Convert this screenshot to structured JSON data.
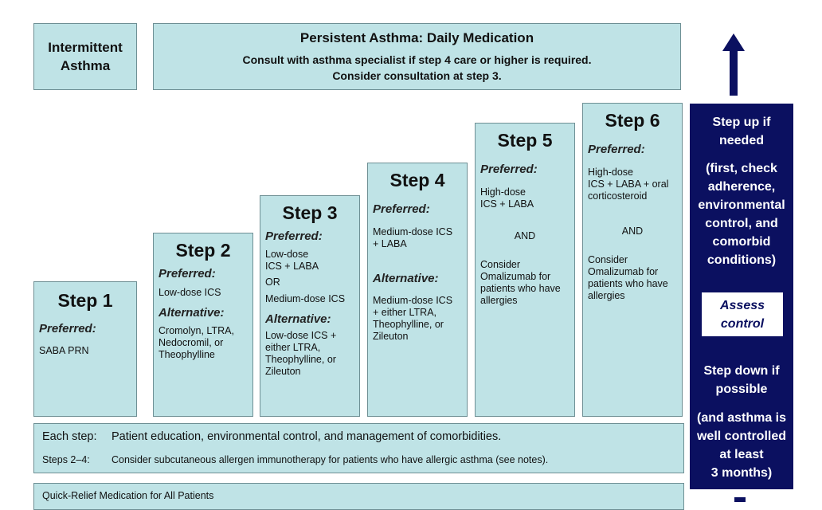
{
  "header": {
    "intermittent": [
      "Intermittent",
      "Asthma"
    ],
    "persistent_title": "Persistent Asthma: Daily Medication",
    "persistent_line1": "Consult with asthma specialist if step 4 care or higher is required.",
    "persistent_line2": "Consider consultation at step 3."
  },
  "steps": [
    {
      "title": "Step 1",
      "preferred_label": "Preferred:",
      "preferred": "SABA PRN"
    },
    {
      "title": "Step 2",
      "preferred_label": "Preferred:",
      "preferred": "Low-dose ICS",
      "alternative_label": "Alternative:",
      "alternative": "Cromolyn, LTRA,\nNedocromil, or\nTheophylline"
    },
    {
      "title": "Step 3",
      "preferred_label": "Preferred:",
      "preferred": "Low-dose\nICS + LABA",
      "or_text": "OR",
      "preferred2": "Medium-dose ICS",
      "alternative_label": "Alternative:",
      "alternative": "Low-dose ICS +\neither LTRA,\nTheophylline, or\nZileuton"
    },
    {
      "title": "Step 4",
      "preferred_label": "Preferred:",
      "preferred": "Medium-dose ICS\n+ LABA",
      "alternative_label": "Alternative:",
      "alternative": "Medium-dose ICS\n+ either LTRA,\nTheophylline, or\nZileuton"
    },
    {
      "title": "Step 5",
      "preferred_label": "Preferred:",
      "preferred": "High-dose\nICS + LABA",
      "and_text": "AND",
      "consider": "Consider\nOmalizumab for\npatients who have\nallergies"
    },
    {
      "title": "Step 6",
      "preferred_label": "Preferred:",
      "preferred": "High-dose\nICS + LABA + oral\ncorticosteroid",
      "and_text": "AND",
      "consider": "Consider\nOmalizumab for\npatients who have\nallergies"
    }
  ],
  "footer": {
    "each_step_label": "Each step:",
    "each_step_text": "Patient education, environmental control, and management of comorbidities.",
    "steps24_label": "Steps 2–4:",
    "steps24_text": "Consider subcutaneous allergen immunotherapy for patients who have allergic asthma (see notes).",
    "quick_relief": "Quick-Relief Medication for All Patients"
  },
  "side_panel": {
    "step_up": "Step up if\nneeded",
    "step_up_note": "(first, check\nadherence,\nenvironmental\ncontrol, and\ncomorbid\nconditions)",
    "assess": [
      "Assess",
      "control"
    ],
    "step_down": "Step down if\npossible",
    "step_down_note": "(and asthma is\nwell controlled\nat least\n3 months)",
    "color": "#0b1060"
  },
  "colors": {
    "box_fill": "#bfe3e6",
    "box_border": "#6e8f94"
  }
}
